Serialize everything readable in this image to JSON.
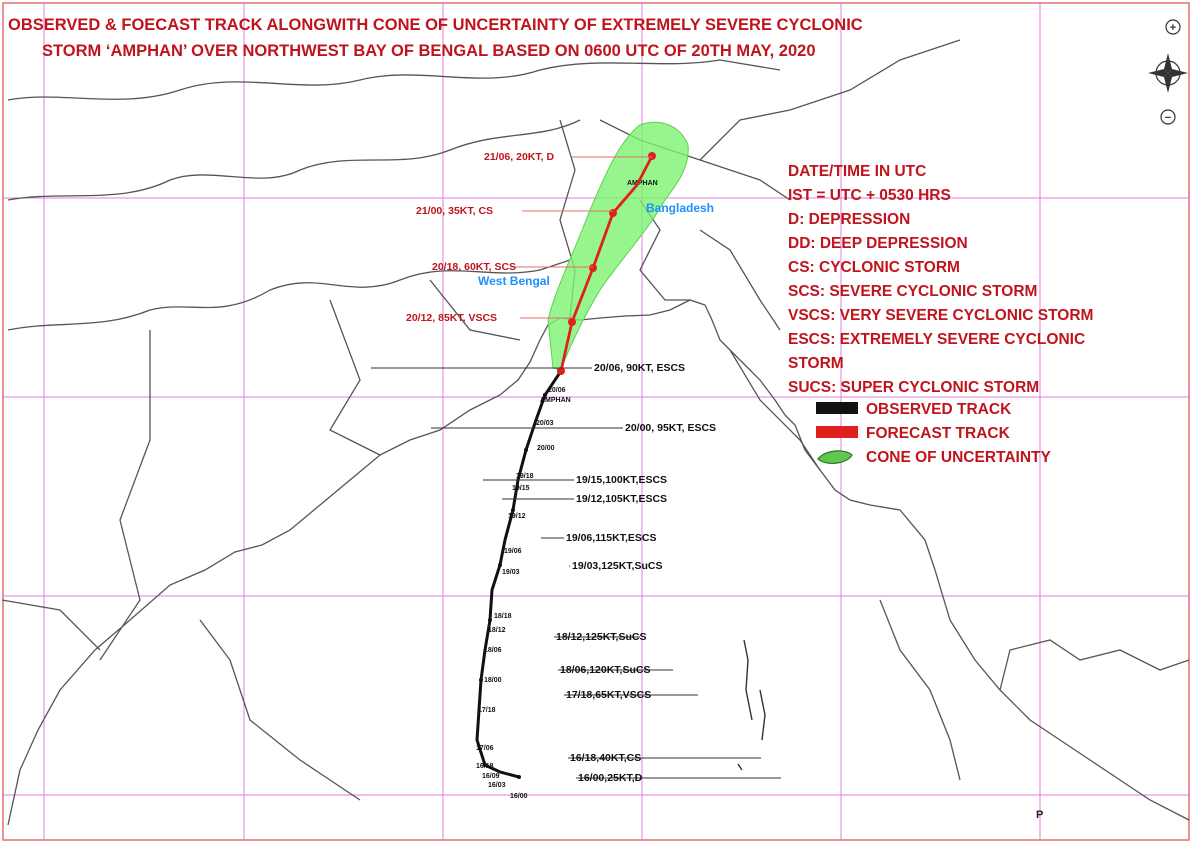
{
  "title": {
    "line1": "OBSERVED & FOECAST TRACK ALONGWITH CONE OF UNCERTAINTY OF EXTREMELY SEVERE CYCLONIC",
    "line2": "STORM ‘AMPHAN’ OVER NORTHWEST BAY OF BENGAL BASED ON 0600 UTC OF 20TH MAY, 2020"
  },
  "colors": {
    "title": "#c0141c",
    "observed": "#111111",
    "forecast": "#e0201e",
    "cone": "#7cf26f",
    "grid": "#e070e0",
    "place": "#1e90ff"
  },
  "legend_text": [
    "DATE/TIME IN UTC",
    "IST = UTC + 0530 HRS",
    "D: DEPRESSION",
    "DD: DEEP DEPRESSION",
    "CS: CYCLONIC STORM",
    "SCS: SEVERE CYCLONIC STORM",
    "VSCS: VERY SEVERE CYCLONIC STORM",
    "ESCS: EXTREMELY SEVERE CYCLONIC",
    "STORM",
    "SUCS: SUPER CYCLONIC STORM"
  ],
  "legend_keys": {
    "observed": "OBSERVED TRACK",
    "forecast": "FORECAST TRACK",
    "cone": "CONE OF UNCERTAINTY"
  },
  "places": {
    "bangladesh": "Bangladesh",
    "west_bengal": "West Bengal"
  },
  "storm_name": "AMPHAN",
  "forecast_labels": [
    "21/06, 20KT, D",
    "21/00, 35KT, CS",
    "20/18, 60KT, SCS",
    "20/12, 85KT, VSCS"
  ],
  "observed_labels": [
    "20/06, 90KT, ESCS",
    "20/00, 95KT, ESCS",
    "19/15,100KT,ESCS",
    "19/12,105KT,ESCS",
    "19/06,115KT,ESCS",
    "19/03,125KT,SuCS",
    "18/12,125KT,SuCS",
    "18/06,120KT,SuCS",
    "17/18,65KT,VSCS",
    "16/18,40KT,CS",
    "16/00,25KT,D"
  ],
  "track_tick_labels": [
    "20/06",
    "20/03",
    "20/00",
    "19/18",
    "19/15",
    "19/12",
    "19/06",
    "19/03",
    "18/18",
    "18/12",
    "18/06",
    "18/00",
    "17/18",
    "17/06",
    "16/18",
    "16/09",
    "16/03",
    "16/00"
  ],
  "map_controls": {
    "zoom_in": "+",
    "zoom_out": "−"
  },
  "corner_marker": "P"
}
